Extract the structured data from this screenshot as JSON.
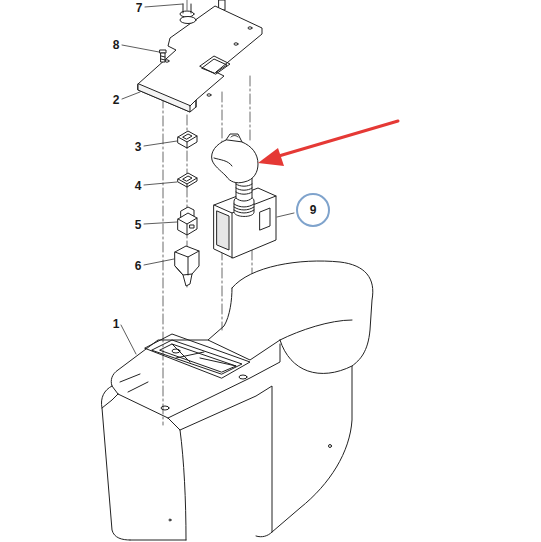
{
  "diagram": {
    "nodes": [
      {
        "text": [
          "9"
        ]
      }
    ],
    "labels": [
      "7",
      "8",
      "2",
      "3",
      "4",
      "5",
      "6",
      "1"
    ]
  }
}
